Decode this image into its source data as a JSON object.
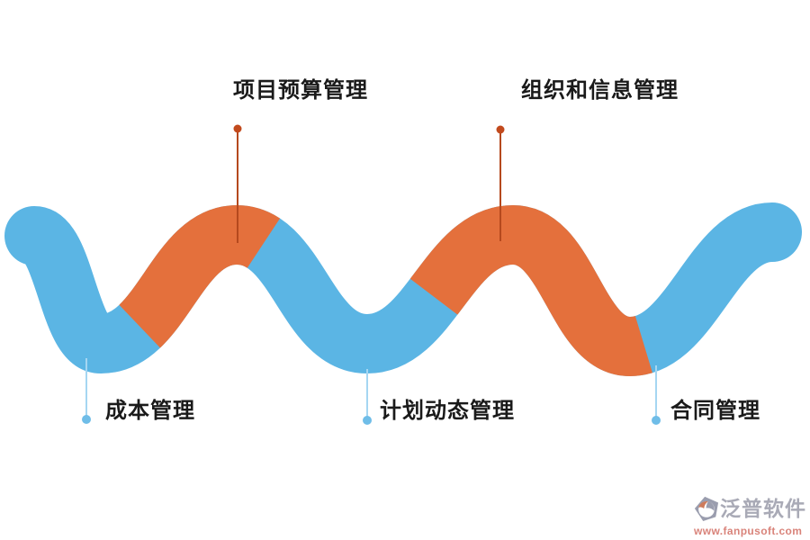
{
  "diagram": {
    "type": "serpentine-process-wave",
    "background": "#ffffff",
    "wave_colors": {
      "blue": "#5bb5e4",
      "orange": "#e4703c"
    },
    "connector_colors": {
      "top_line": "#b5491e",
      "top_dot": "#c24a1d",
      "bottom_line": "#a5d6f2",
      "bottom_dot": "#6fbde8"
    },
    "label_color": "#1a1a1a",
    "stages": [
      {
        "label": "成本管理",
        "position": "bottom",
        "wave_color": "blue"
      },
      {
        "label": "项目预算管理",
        "position": "top",
        "wave_color": "orange"
      },
      {
        "label": "计划动态管理",
        "position": "bottom",
        "wave_color": "blue"
      },
      {
        "label": "组织和信息管理",
        "position": "top",
        "wave_color": "orange"
      },
      {
        "label": "合同管理",
        "position": "bottom",
        "wave_color": "blue"
      }
    ]
  },
  "watermark": {
    "brand": "泛普软件",
    "url": "www.fanpusoft.com",
    "brand_color": "#a9aab6",
    "url_color": "#d9837a",
    "icon": "fanpu-swirl-gem-icon"
  }
}
